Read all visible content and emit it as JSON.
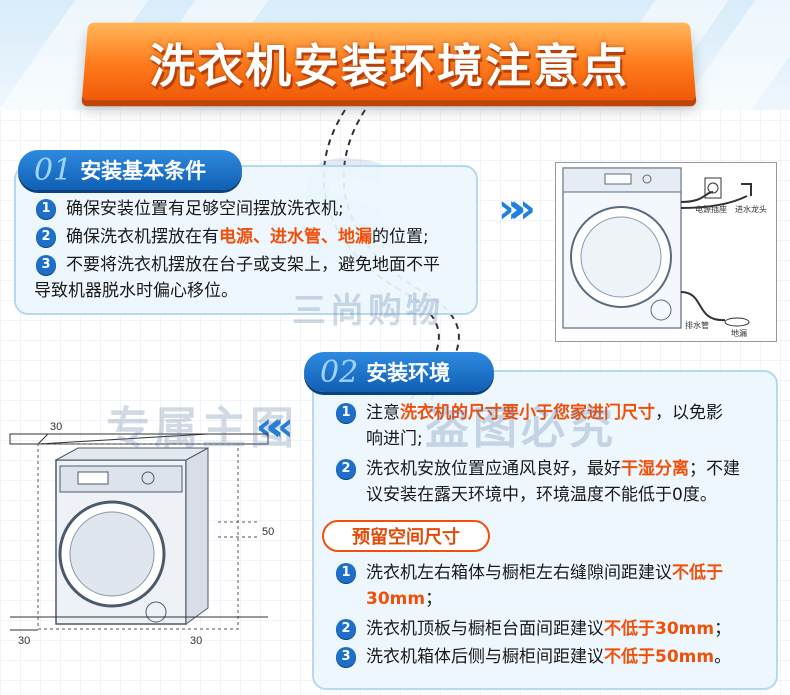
{
  "header": {
    "title": "洗衣机安装环境注意点"
  },
  "section1": {
    "number": "01",
    "title": "安装基本条件",
    "items": [
      {
        "index": "1",
        "parts": [
          "确保安装位置有足够空间摆放洗衣机;"
        ]
      },
      {
        "index": "2",
        "before": "确保洗衣机摆放在有",
        "highlight": "电源、进水管、地漏",
        "after": "的位置;"
      },
      {
        "index": "3",
        "line1": "不要将洗衣机摆放在台子或支架上，避免地面不平",
        "line2": "导致机器脱水时偏心移位。"
      }
    ]
  },
  "section2": {
    "number": "02",
    "title": "安装环境",
    "items": [
      {
        "index": "1",
        "before": "注意",
        "highlight": "洗衣机的尺寸要小于您家进门尺寸",
        "after": "，以免影",
        "line2": "响进门;"
      },
      {
        "index": "2",
        "before": "洗衣机安放位置应通风良好，最好",
        "highlight": "干湿分离",
        "after": "；不建",
        "line2": "议安装在露天环境中，环境温度不能低于0度。"
      }
    ],
    "space_title": "预留空间尺寸",
    "space_items": [
      {
        "index": "1",
        "before": "洗衣机左右箱体与橱柜左右缝隙间距建议",
        "highlight": "不低于",
        "line2": "30mm",
        "after": "；"
      },
      {
        "index": "2",
        "before": "洗衣机顶板与橱柜台面间距建议",
        "highlight": "不低于30mm",
        "after": "；"
      },
      {
        "index": "3",
        "before": "洗衣机箱体后侧与橱柜间距建议",
        "highlight": "不低于50mm",
        "after": "。"
      }
    ]
  },
  "diagram_right": {
    "labels": [
      "电源插座",
      "进水龙头",
      "排水管",
      "地漏"
    ]
  },
  "diagram_left": {
    "dims": [
      "30",
      "50",
      "30",
      "30"
    ]
  },
  "watermarks": [
    "三尚购物",
    "专属主图",
    "盗图必究"
  ],
  "colors": {
    "accent": "#f2500a",
    "primary": "#1d6fc9",
    "title_bg": "#ff7a1a"
  }
}
